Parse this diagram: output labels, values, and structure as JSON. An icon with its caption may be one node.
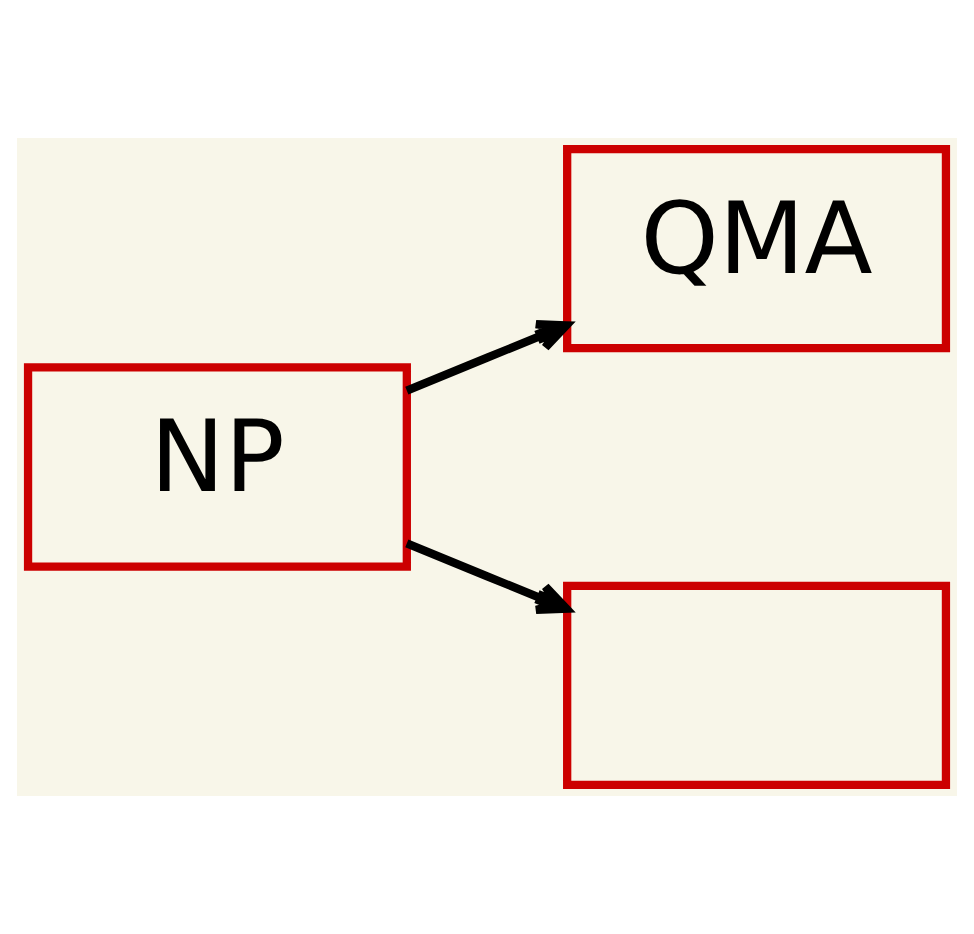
{
  "diagram": {
    "nodes": [
      {
        "text": [
          "NP"
        ]
      },
      {
        "text": [
          "QMA"
        ]
      },
      {
        "text": [],
        "shape": "box"
      }
    ],
    "edges": [
      {
        "from": 0,
        "to": 1,
        "arrow": "to"
      },
      {
        "from": 0,
        "to": 2,
        "arrow": "to"
      }
    ]
  }
}
